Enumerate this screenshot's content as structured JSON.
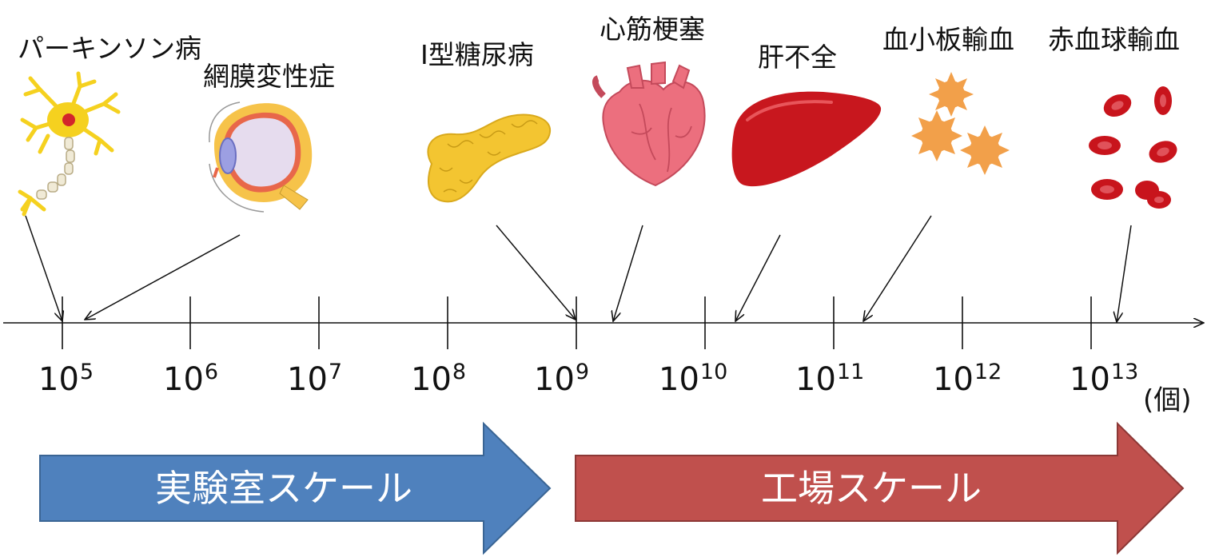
{
  "labels": {
    "parkinson": "パーキンソン病",
    "retina": "網膜変性症",
    "diabetes": "I型糖尿病",
    "infarction": "心筋梗塞",
    "liver": "肝不全",
    "platelet": "血小板輸血",
    "rbc": "赤血球輸血"
  },
  "axis": {
    "ticks": [
      {
        "base": "10",
        "exp": "5"
      },
      {
        "base": "10",
        "exp": "6"
      },
      {
        "base": "10",
        "exp": "7"
      },
      {
        "base": "10",
        "exp": "8"
      },
      {
        "base": "10",
        "exp": "9"
      },
      {
        "base": "10",
        "exp": "10"
      },
      {
        "base": "10",
        "exp": "11"
      },
      {
        "base": "10",
        "exp": "12"
      },
      {
        "base": "10",
        "exp": "13"
      }
    ],
    "unit": "(個)"
  },
  "bands": {
    "lab": "実験室スケール",
    "factory": "工場スケール"
  },
  "colors": {
    "lab_fill": "#4f81bd",
    "lab_stroke": "#3a6594",
    "factory_fill": "#c0504d",
    "factory_stroke": "#8c3836",
    "neuron": "#f5d11f",
    "liver": "#c8171e",
    "heart": "#e9697a",
    "pancreas": "#f3c531",
    "platelet": "#f2a04a",
    "rbc": "#c8141c"
  },
  "icons": [
    "neuron-icon",
    "eye-icon",
    "pancreas-icon",
    "heart-icon",
    "liver-icon",
    "platelet-icon",
    "red-blood-cell-icon"
  ]
}
